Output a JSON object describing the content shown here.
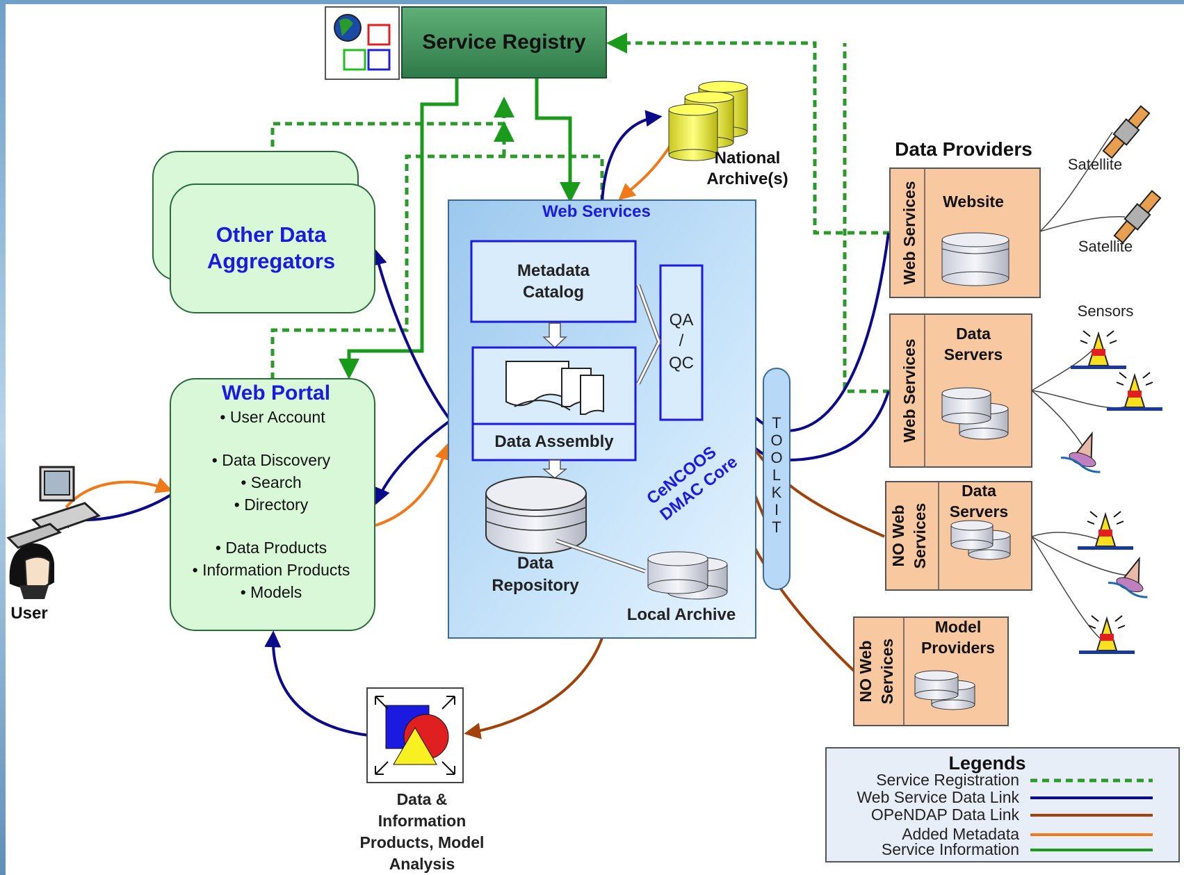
{
  "service_registry": {
    "label": "Service Registry"
  },
  "national_archive": {
    "line1": "National",
    "line2": "Archive(s)"
  },
  "other_aggregators": {
    "line1": "Other Data",
    "line2": "Aggregators"
  },
  "web_portal": {
    "title": "Web Portal",
    "items": [
      "• User Account",
      "• Data Discovery",
      "• Search",
      "• Directory",
      "• Data Products",
      "• Information Products",
      "• Models"
    ]
  },
  "user": {
    "label": "User"
  },
  "dmac": {
    "web_services": "Web Services",
    "metadata_line1": "Metadata",
    "metadata_line2": "Catalog",
    "data_assembly": "Data Assembly",
    "qa": "QA",
    "slash": "/",
    "qc": "QC",
    "core_line1": "CeNCOOS",
    "core_line2": "DMAC Core",
    "repo_line1": "Data",
    "repo_line2": "Repository",
    "local_archive": "Local Archive"
  },
  "toolkit": {
    "letters": [
      "T",
      "O",
      "O",
      "L",
      "K",
      "I",
      "T"
    ]
  },
  "products": {
    "lines": [
      "Data &",
      "Information",
      "Products, Model",
      "Analysis"
    ]
  },
  "data_providers": {
    "title": "Data Providers",
    "boxes": [
      {
        "side_line1": "Web Services",
        "side_line2": "",
        "title_line1": "Website",
        "title_line2": ""
      },
      {
        "side_line1": "Web Services",
        "side_line2": "",
        "title_line1": "Data",
        "title_line2": "Servers"
      },
      {
        "side_line1": "NO Web",
        "side_line2": "Services",
        "title_line1": "Data",
        "title_line2": "Servers"
      },
      {
        "side_line1": "NO Web",
        "side_line2": "Services",
        "title_line1": "Model",
        "title_line2": "Providers"
      }
    ],
    "satellite_label": "Satellite",
    "sensors_label": "Sensors"
  },
  "legend": {
    "title": "Legends",
    "items": [
      {
        "label": "Service Registration",
        "color": "#2a9a2a",
        "style": "dashed"
      },
      {
        "label": "Web Service Data Link",
        "color": "#0a0a8a",
        "style": "solid"
      },
      {
        "label": "OPeNDAP Data Link",
        "color": "#a0420a",
        "style": "solid"
      },
      {
        "label": "Added Metadata",
        "color": "#f07a1a",
        "style": "solid"
      },
      {
        "label": "Service Information",
        "color": "#1a9a1a",
        "style": "solid"
      }
    ]
  },
  "colors": {
    "registration": "#2a9a2a",
    "web_link": "#0a0a8a",
    "opendap": "#a0420a",
    "metadata": "#f07a1a",
    "service_info": "#1a9a1a",
    "title_blue": "#1a1ae0",
    "green_box": "#d8f8d8",
    "core_blue": "#a8d0f0",
    "provider_orange": "#f8c8a0"
  }
}
